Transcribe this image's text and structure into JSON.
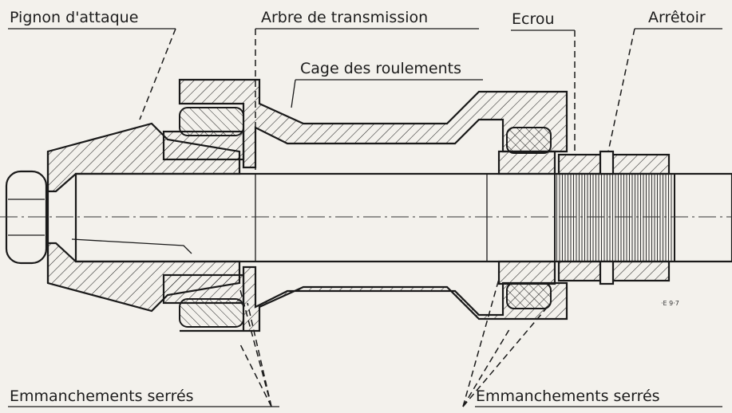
{
  "labels": {
    "pignon": "Pignon d'attaque",
    "arbre": "Arbre de transmission",
    "ecrou": "Ecrou",
    "arretoir": "Arrêtoir",
    "cage": "Cage des roulements",
    "emm_left": "Emmanchements serrés",
    "emm_right": "Emmanchements serrés",
    "ref": "·E 9·7"
  },
  "icons": {
    "parts": [
      "pinion-gear",
      "transmission-shaft",
      "bearing-cage",
      "tapered-roller-bearing",
      "nut",
      "lock-washer"
    ]
  }
}
